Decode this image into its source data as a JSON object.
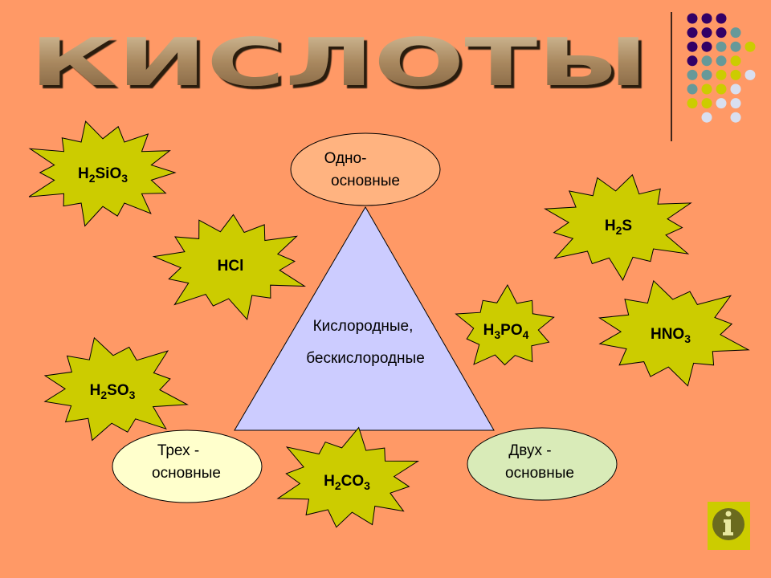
{
  "title": "КИСЛОТЫ",
  "colors": {
    "background": "#FF9966",
    "star": "#CCCC00",
    "triangle": "#CCCCFF",
    "mono": "#FFB380",
    "tri": "#FFFFCC",
    "di": "#D9EBB8"
  },
  "triangle": {
    "line1": "Кислородные,",
    "line2": "бескислородные"
  },
  "ellipses": {
    "mono": {
      "line1": "Одно-",
      "line2": "основные"
    },
    "tri": {
      "line1": "Трех -",
      "line2": "основные"
    },
    "di": {
      "line1": "Двух -",
      "line2": "основные"
    }
  },
  "acids": [
    {
      "base": "H",
      "s1": "2",
      "mid": "SiO",
      "s2": "3",
      "tail": ""
    },
    {
      "base": "HCl",
      "s1": "",
      "mid": "",
      "s2": "",
      "tail": ""
    },
    {
      "base": "H",
      "s1": "2",
      "mid": "SO",
      "s2": "3",
      "tail": ""
    },
    {
      "base": "H",
      "s1": "2",
      "mid": "CO",
      "s2": "3",
      "tail": ""
    },
    {
      "base": "H",
      "s1": "3",
      "mid": "PO",
      "s2": "4",
      "tail": ""
    },
    {
      "base": "H",
      "s1": "2",
      "mid": "S",
      "s2": "",
      "tail": ""
    },
    {
      "base": "HNO",
      "s1": "3",
      "mid": "",
      "s2": "",
      "tail": ""
    }
  ],
  "info_icon": "info-icon"
}
